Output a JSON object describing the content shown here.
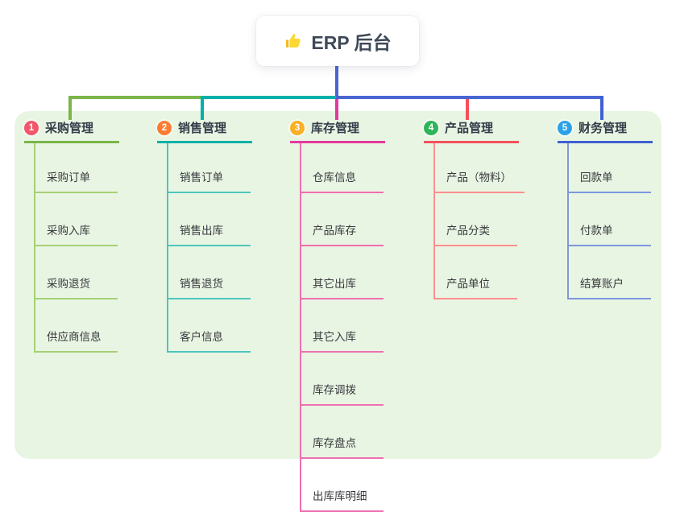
{
  "root": {
    "title": "ERP 后台",
    "icon": "thumbs-up-icon"
  },
  "canvas": {
    "background": "#ffffff",
    "panel_background": "#e9f5e3"
  },
  "connector": {
    "root_color": "#4a65d1"
  },
  "branches": [
    {
      "index": "1",
      "title": "采购管理",
      "badge_color": "#f2566b",
      "line_color": "#7ab648",
      "child_line_color": "#a6d077",
      "children": [
        "采购订单",
        "采购入库",
        "采购退货",
        "供应商信息"
      ]
    },
    {
      "index": "2",
      "title": "销售管理",
      "badge_color": "#fb7d32",
      "line_color": "#00b1a9",
      "child_line_color": "#4cc7bd",
      "children": [
        "销售订单",
        "销售出库",
        "销售退货",
        "客户信息"
      ]
    },
    {
      "index": "3",
      "title": "库存管理",
      "badge_color": "#fbaf24",
      "line_color": "#e23a9d",
      "child_line_color": "#ef6fb0",
      "children": [
        "仓库信息",
        "产品库存",
        "其它出库",
        "其它入库",
        "库存调拨",
        "库存盘点",
        "出库库明细"
      ]
    },
    {
      "index": "4",
      "title": "产品管理",
      "badge_color": "#2fb559",
      "line_color": "#f4515c",
      "child_line_color": "#ff8f8f",
      "children": [
        "产品（物料）",
        "产品分类",
        "产品单位"
      ]
    },
    {
      "index": "5",
      "title": "财务管理",
      "badge_color": "#2ba2e8",
      "line_color": "#3f60d1",
      "child_line_color": "#7d97de",
      "children": [
        "回款单",
        "付款单",
        "结算账户"
      ]
    }
  ]
}
